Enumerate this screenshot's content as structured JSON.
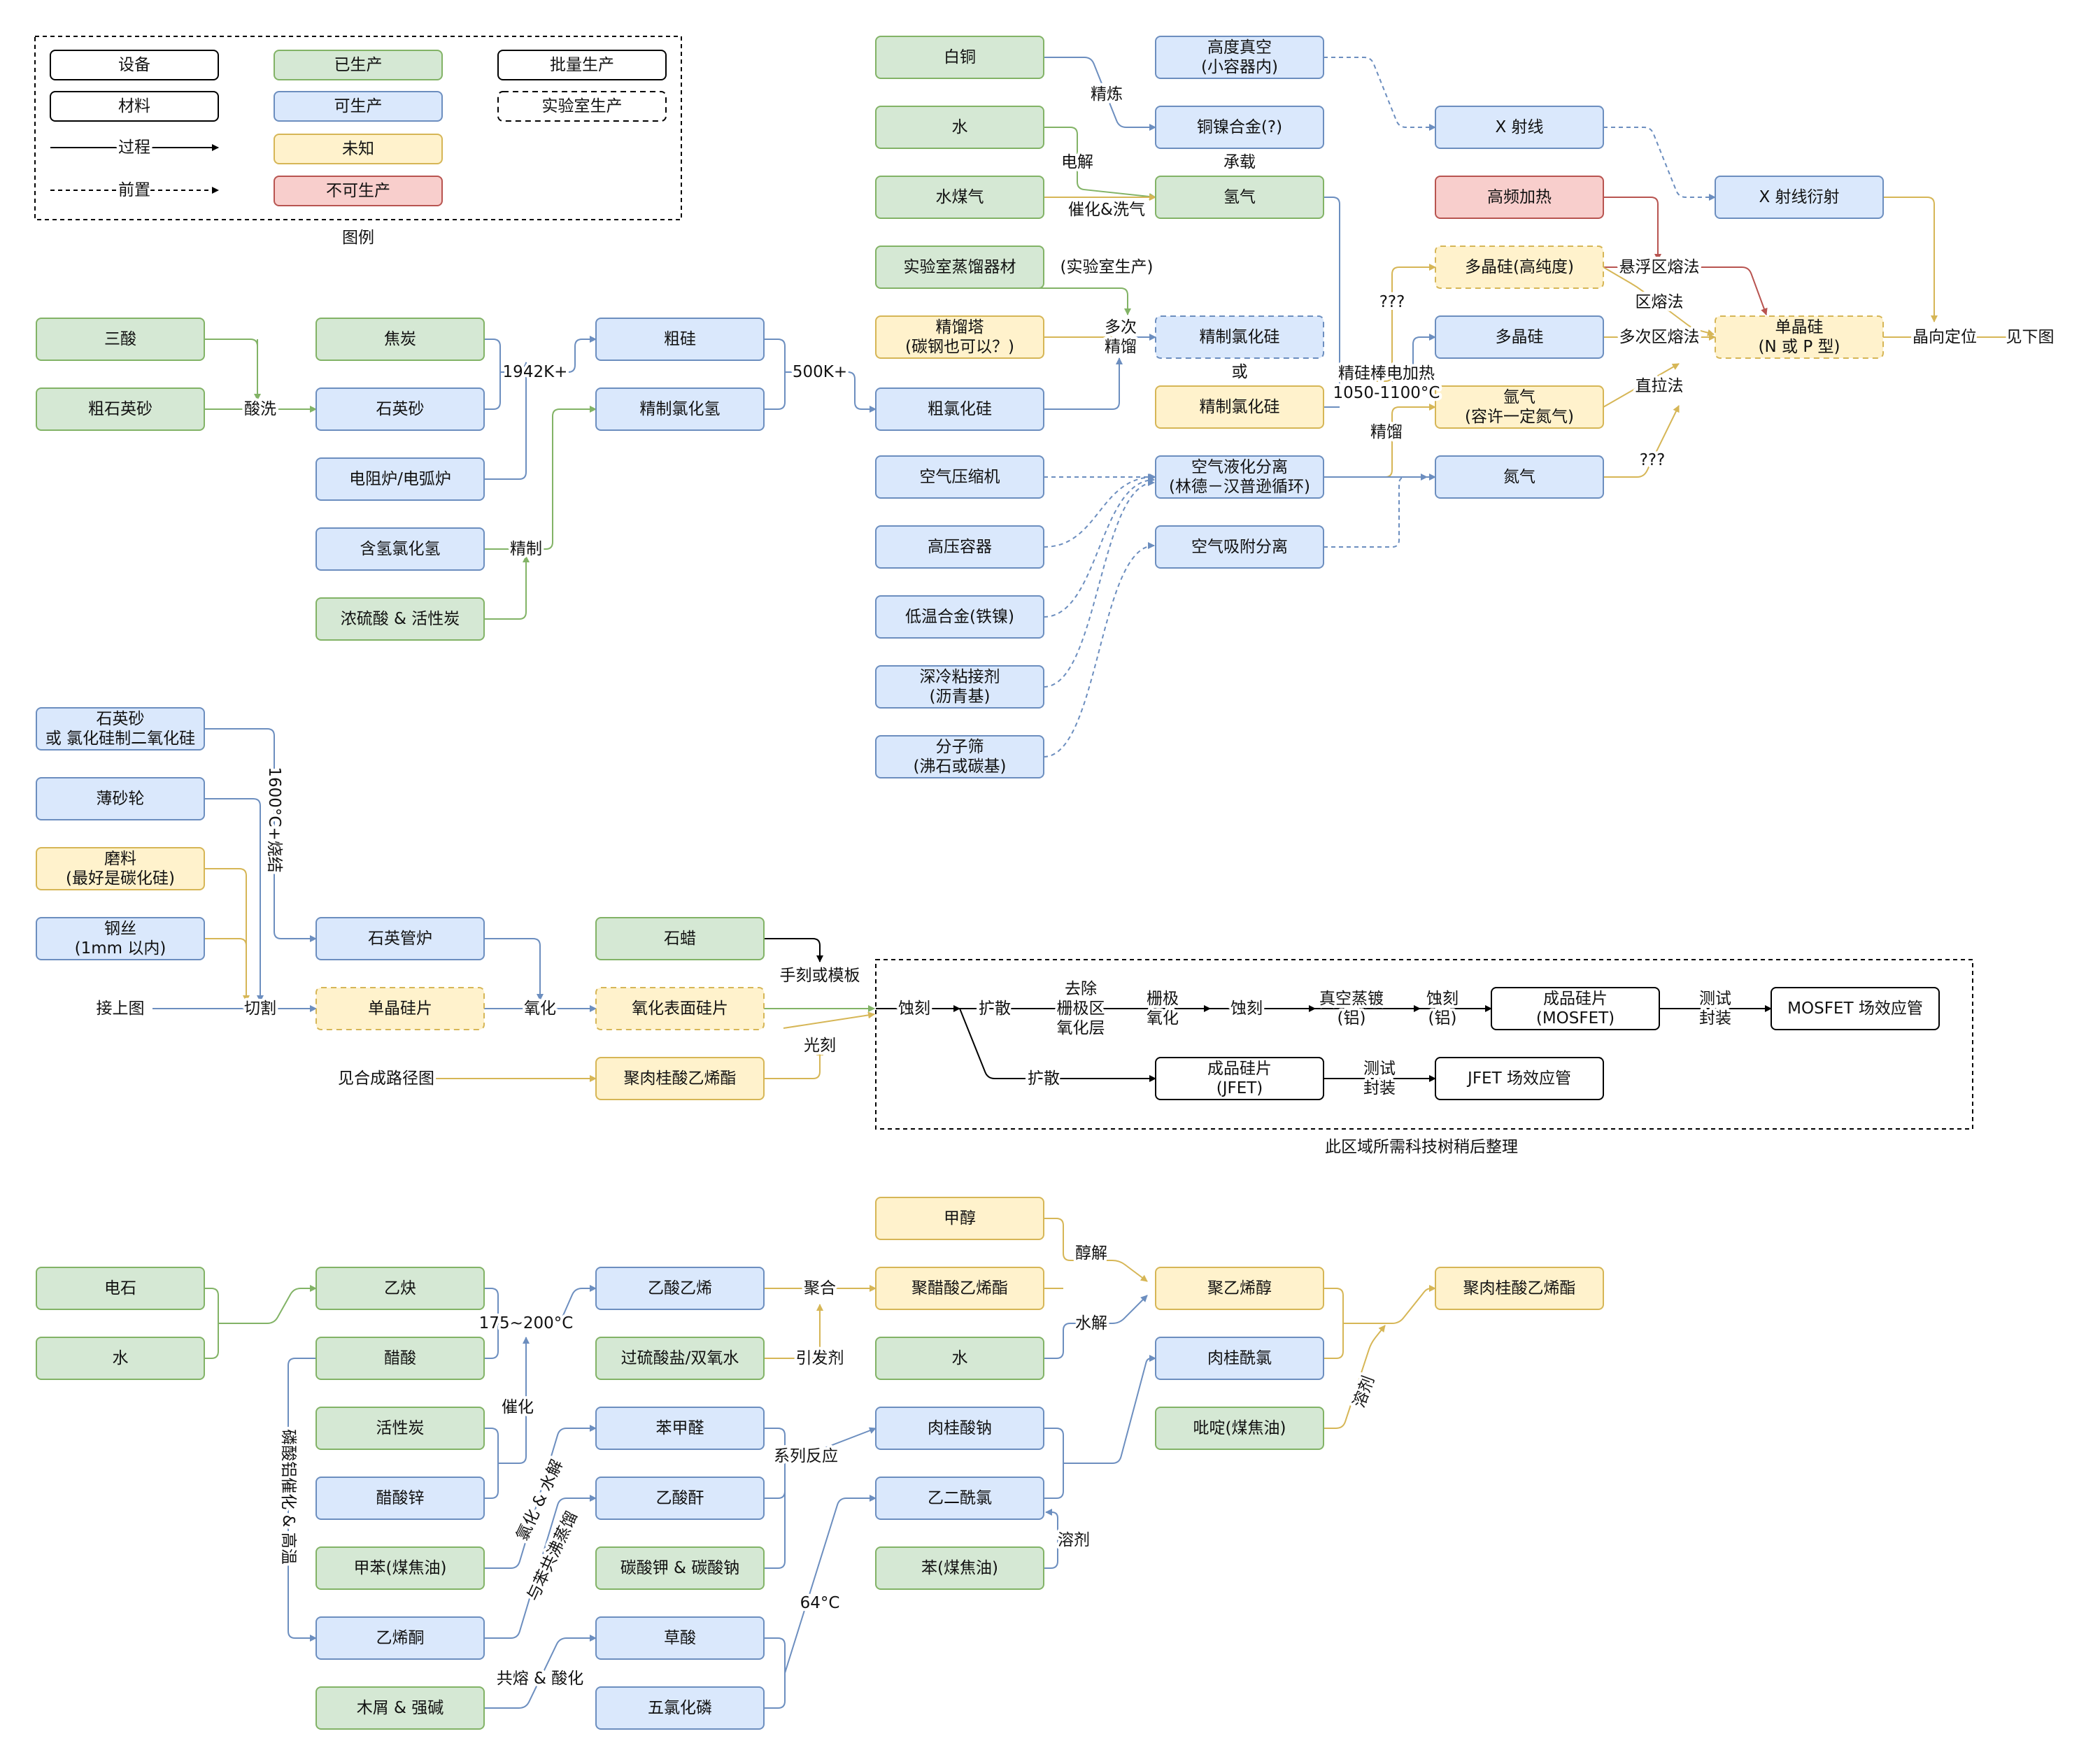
{
  "colors": {
    "green": {
      "fill": "#d5e8d4",
      "stroke": "#82b366"
    },
    "blue": {
      "fill": "#dae8fc",
      "stroke": "#6c8ebf"
    },
    "yellow": {
      "fill": "#fff2cc",
      "stroke": "#d6b656"
    },
    "red": {
      "fill": "#f8cecc",
      "stroke": "#b85450"
    },
    "white": {
      "fill": "#ffffff",
      "stroke": "#000000"
    }
  },
  "legend": {
    "caption": "图例",
    "device": "设备",
    "material": "材料",
    "process": "过程",
    "prereq": "前置",
    "produced": "已生产",
    "producible": "可生产",
    "unknown": "未知",
    "not_producible": "不可生产",
    "mass": "批量生产",
    "lab": "实验室生产"
  },
  "silicon": {
    "sanSuan": "三酸",
    "cuShiYingSha": "粗石英砂",
    "suanXi": "酸洗",
    "jiaoTan": "焦炭",
    "shiYingSha": "石英砂",
    "dianLu": "电阻炉/电弧炉",
    "hanQing": "含氢氯化氢",
    "nongLiuSuan": "浓硫酸 & 活性炭",
    "jingZhi": "精制",
    "t1942": "1942K+",
    "cuGui": "粗硅",
    "jingZhiLvHuaQing": "精制氯化氢",
    "t500": "500K+",
    "cuLvHuaGui": "粗氯化硅",
    "baiTong": "白铜",
    "shui": "水",
    "shuiMeiQi": "水煤气",
    "shiYanShi": "实验室蒸馏器材",
    "jingLiuTa": "精馏塔\n(碳钢也可以？)",
    "jingLian": "精炼",
    "dianJie": "电解",
    "cuiHua": "催化&洗气",
    "labProd": "(实验室生产)",
    "duoCi": "多次\n精馏",
    "gaoDuZhenKong": "高度真空\n(小容器内)",
    "tongNie": "铜镍合金(?)",
    "chengZai": "承载",
    "qingQi": "氢气",
    "jzlhgLab": "精制氯化硅",
    "huo": "或",
    "jzlhgMass": "精制氯化硅",
    "jingGuiBang": "精硅棒电加热\n1050-1100°C",
    "q3": "???",
    "duoJingGuiHigh": "多晶硅(高纯度)",
    "duoJingGui": "多晶硅",
    "xuanFu": "悬浮区熔法",
    "quRong": "区熔法",
    "duoCiQuRong": "多次区熔法",
    "zhiLa": "直拉法",
    "dianJingGui": "单晶硅\n(N 或 P 型)",
    "jingXiang": "晶向定位",
    "jianXiaTu": "见下图",
    "xSheXian": "X 射线",
    "xYanShe": "X 射线衍射",
    "gaoPin": "高频加热",
    "yaQi": "氩气\n(容许一定氮气)",
    "jingLiu2": "精馏",
    "danQi": "氮气",
    "q3b": "???",
    "kongYaSuoJi": "空气压缩机",
    "gaoYaRongQi": "高压容器",
    "diWenHeJin": "低温合金(铁镍)",
    "shenLeng": "深冷粘接剂\n(沥青基)",
    "fenZiShai": "分子筛\n(沸石或碳基)",
    "kongYeHua": "空气液化分离\n(林德－汉普逊循环)",
    "kongXiFu": "空气吸附分离"
  },
  "wafer": {
    "shiYingShaLvHua": "石英砂\n或 氯化硅制二氧化硅",
    "baoShaLun": "薄砂轮",
    "moLiao": "磨料\n(最好是碳化硅)",
    "gangSi": "钢丝\n(1mm 以内)",
    "shaojie": "1600°C+烧结",
    "shiYingGuanLu": "石英管炉",
    "jieShangTu": "接上图",
    "qieGe": "切割",
    "danJingGuiPian": "单晶硅片",
    "yangHua": "氧化",
    "yangHuaBiaoMian": "氧化表面硅片",
    "shiLa": "石蜡",
    "shouKe": "手刻或模板",
    "guangKe": "光刻",
    "jianHeCheng": "见合成路径图",
    "juRouGui": "聚肉桂酸乙烯酯",
    "shiKe": "蚀刻",
    "kuoSan1": "扩散",
    "quChu": "去除\n栅极区\n氧化层",
    "zhaJi": "栅极\n氧化",
    "shiKe2": "蚀刻",
    "zhenKong": "真空蒸镀\n(铝)",
    "shiKeLv": "蚀刻\n(铝)",
    "chengPinMos": "成品硅片\n(MOSFET)",
    "ceShi1": "测试\n封装",
    "mosfet": "MOSFET 场效应管",
    "kuoSan2": "扩散",
    "chengPinJfet": "成品硅片\n(JFET)",
    "ceShi2": "测试\n封装",
    "jfet": "JFET 场效应管",
    "regionNote": "此区域所需科技树稍后整理"
  },
  "polymer": {
    "dianShi": "电石",
    "shui1": "水",
    "yiQue": "乙炔",
    "cuSuan": "醋酸",
    "huoXingTan": "活性炭",
    "cuSuanXin": "醋酸锌",
    "jiaBen": "甲苯(煤焦油)",
    "yiXiTong": "乙烯酮",
    "muXie": "木屑 & 强碱",
    "t175": "175~200°C",
    "cuiHua2": "催化",
    "linSuanLv": "磷酸铝催化 & 高温",
    "yiSuanYiXi": "乙酸乙烯",
    "guoLiuSuan": "过硫酸盐/双氧水",
    "juHe": "聚合",
    "yinFaJi": "引发剂",
    "benJiaQuan": "苯甲醛",
    "yiSuanGan": "乙酸酐",
    "tanSuanJia": "碳酸钾 & 碳酸钠",
    "caoSuan": "草酸",
    "wuLvHuaLin": "五氯化磷",
    "lvHuaShuiJie": "氯化 & 水解",
    "yuBen": "与苯共沸蒸馏",
    "gongRong": "共熔 & 酸化",
    "xiLie": "系列反应",
    "t64": "64°C",
    "jiaChun": "甲醇",
    "juCuSuan": "聚醋酸乙烯酯",
    "shui2": "水",
    "rouGuiSuanNa": "肉桂酸钠",
    "yiErXianLv": "乙二酰氯",
    "ben": "苯(煤焦油)",
    "rongJi1": "溶剂",
    "chunJie": "醇解",
    "shuiJie": "水解",
    "juYiXiChun": "聚乙烯醇",
    "rouGuiXianLv": "肉桂酰氯",
    "biDing": "吡啶(煤焦油)",
    "rongJi2": "溶剂",
    "juRouGuiFinal": "聚肉桂酸乙烯酯"
  }
}
